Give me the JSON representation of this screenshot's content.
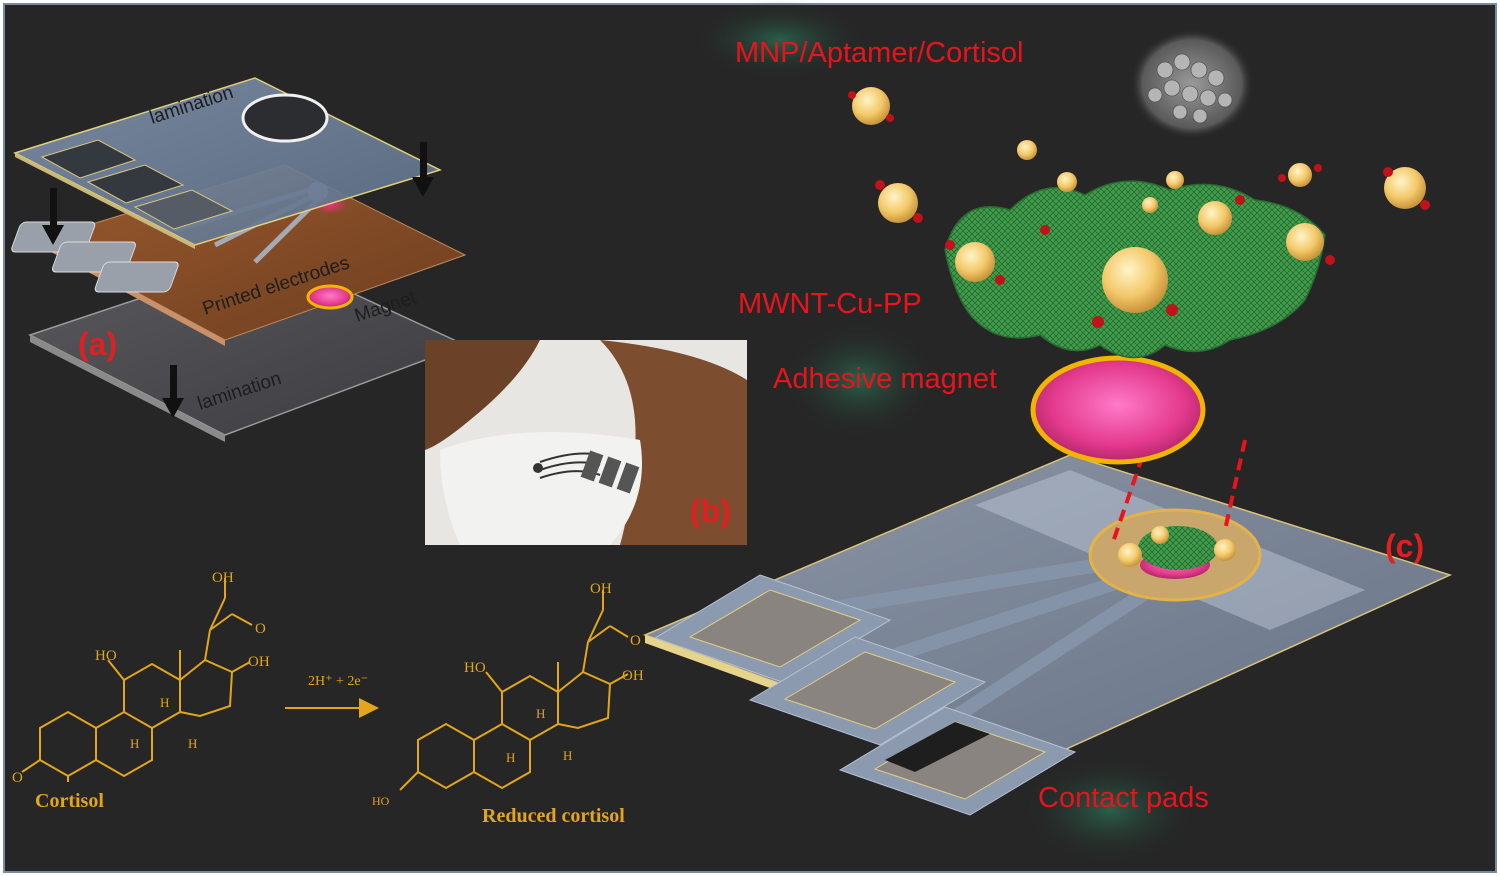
{
  "panel_a": {
    "tag": "(a)",
    "top_layer": "lamination",
    "middle_layer": "Printed electrodes",
    "magnet": "Magnet",
    "bottom_layer": "lamination"
  },
  "panel_b": {
    "tag": "(b)"
  },
  "panel_c": {
    "tag": "(c)",
    "mnp_label": "MNP/Aptamer/Cortisol",
    "mwnt_label": "MWNT-Cu-PP",
    "magnet_label": "Adhesive magnet",
    "pads_label": "Contact pads"
  },
  "reaction": {
    "reactant_name": "Cortisol",
    "product_name": "Reduced cortisol",
    "arrow_label": "2H⁺ + 2e⁻",
    "ho": "HO",
    "oh": "OH",
    "o": "O",
    "h": "H"
  },
  "colors": {
    "background": "#262626",
    "accent_red": "#e8141b",
    "chem_yellow": "#e3a51b",
    "mesh_green": "#3f9a4a"
  }
}
